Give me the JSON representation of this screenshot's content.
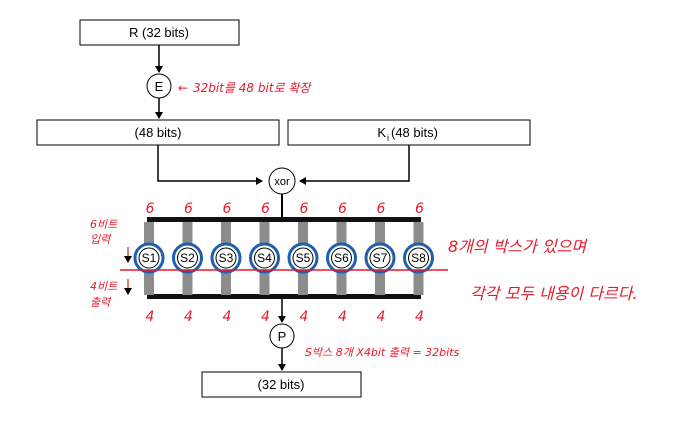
{
  "boxes": {
    "r": "R (32 bits)",
    "e": "E",
    "left48": "(48 bits)",
    "key48_k": "K",
    "key48_sub": "i",
    "key48_rest": "(48 bits)",
    "xor": "xor",
    "p": "P",
    "out32": "(32 bits)"
  },
  "sboxes": [
    "S1",
    "S2",
    "S3",
    "S4",
    "S5",
    "S6",
    "S7",
    "S8"
  ],
  "inputs": [
    "6",
    "6",
    "6",
    "6",
    "6",
    "6",
    "6",
    "6"
  ],
  "outputs": [
    "4",
    "4",
    "4",
    "4",
    "4",
    "4",
    "4",
    "4"
  ],
  "annotations": {
    "expand": "32bit를 48 bit로 확장",
    "in_label_1": "6비트",
    "in_label_2": "입력",
    "out_label_1": "4비트",
    "out_label_2": "출력",
    "note_1": "8개의 박스가 있으며",
    "note_2": "각각 모두 내용이 다르다.",
    "p_note": "S박스 8개 X4bit 출력 = 32bits"
  },
  "colors": {
    "annotation": "#e8192c",
    "circle": "#1f5fb0",
    "bar": "#8c8c8c"
  }
}
